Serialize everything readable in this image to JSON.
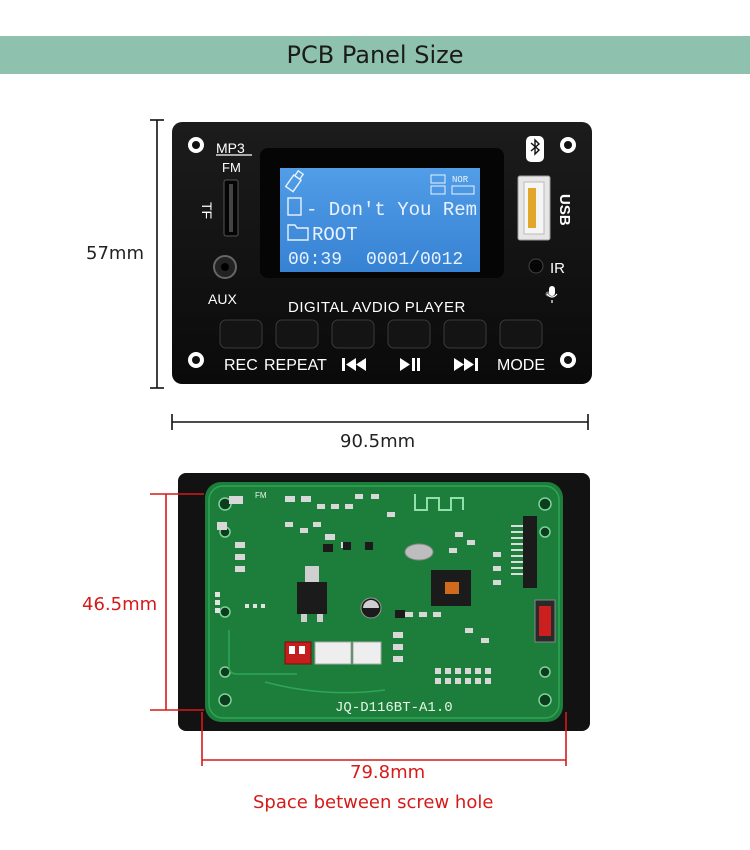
{
  "header": {
    "title": "PCB Panel Size"
  },
  "dimensions": {
    "front_height": "57mm",
    "front_width": "90.5mm",
    "back_height": "46.5mm",
    "back_width": "79.8mm",
    "back_note": "Space between screw hole"
  },
  "front_panel": {
    "mp3_label": "MP3",
    "fm_label": "FM",
    "tf_label": "TF",
    "aux_label": "AUX",
    "usb_label": "USB",
    "ir_label": "IR",
    "brand_text": "DIGITAL AVDIO PLAYER",
    "lcd": {
      "track_name": "- Don't You Rem",
      "folder": "ROOT",
      "time": "00:39",
      "track_count": "0001/0012",
      "nor_indicator": "NOR"
    },
    "buttons": [
      {
        "label": "REC",
        "icon": "rec"
      },
      {
        "label": "REPEAT",
        "icon": "repeat"
      },
      {
        "label": "",
        "icon": "previous-icon"
      },
      {
        "label": "",
        "icon": "play-pause-icon"
      },
      {
        "label": "",
        "icon": "next-icon"
      },
      {
        "label": "MODE",
        "icon": "mode"
      }
    ]
  },
  "back_panel": {
    "model": "JQ-D116BT-A1.0",
    "fm_silk": "FM"
  },
  "colors": {
    "header_bg": "#8ec2ae",
    "pcb_green": "#1c7e3a",
    "lcd_blue": "#3f8fe0",
    "dimension_red": "#d61a1a"
  }
}
